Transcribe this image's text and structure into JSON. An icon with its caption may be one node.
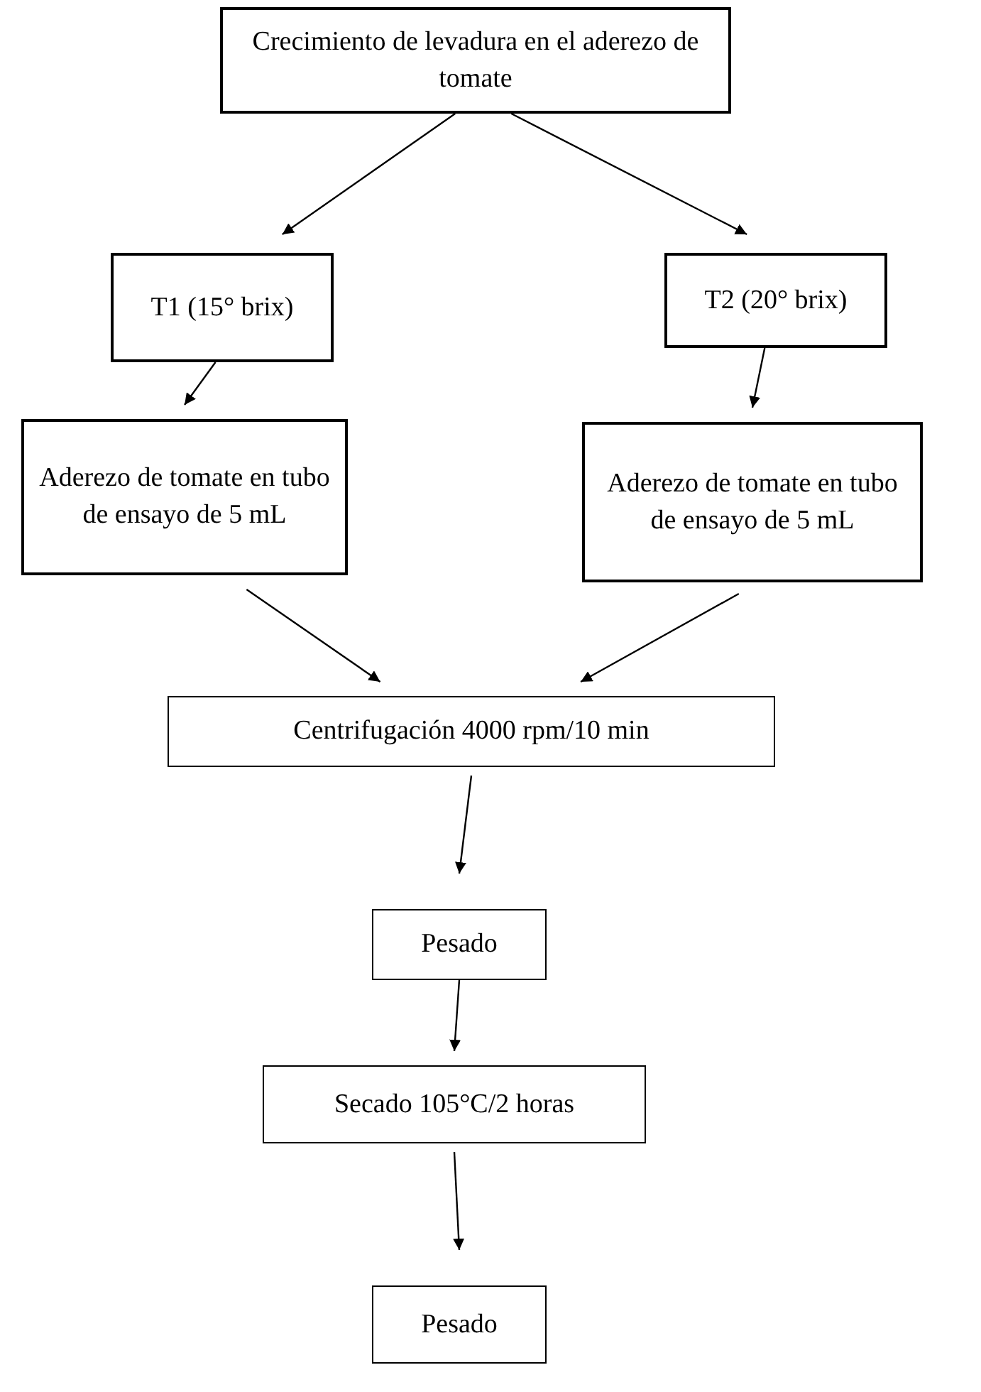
{
  "diagram": {
    "nodes": [
      {
        "text": [
          "Crecimiento de levadura en el aderezo de tomate"
        ]
      },
      {
        "text": [
          "T1 (15° brix)"
        ]
      },
      {
        "text": [
          "T2 (20° brix)"
        ]
      },
      {
        "text": [
          "Aderezo de tomate en tubo de ensayo de 5 mL"
        ]
      },
      {
        "text": [
          "Aderezo de tomate en tubo de ensayo de 5 mL"
        ]
      },
      {
        "text": [
          "Centrifugación 4000 rpm/10 min"
        ]
      },
      {
        "text": [
          "Pesado"
        ]
      },
      {
        "text": [
          "Secado 105°C/2 horas"
        ]
      },
      {
        "text": [
          "Pesado"
        ]
      }
    ],
    "edges": [
      {
        "from": 0,
        "to": 1,
        "arrow": "to"
      },
      {
        "from": 0,
        "to": 2,
        "arrow": "to"
      },
      {
        "from": 1,
        "to": 3,
        "arrow": "to"
      },
      {
        "from": 2,
        "to": 4,
        "arrow": "to"
      },
      {
        "from": 3,
        "to": 5,
        "arrow": "to"
      },
      {
        "from": 4,
        "to": 5,
        "arrow": "to"
      },
      {
        "from": 5,
        "to": 6,
        "arrow": "to"
      },
      {
        "from": 6,
        "to": 7,
        "arrow": "to"
      },
      {
        "from": 7,
        "to": 8,
        "arrow": "to"
      }
    ]
  }
}
